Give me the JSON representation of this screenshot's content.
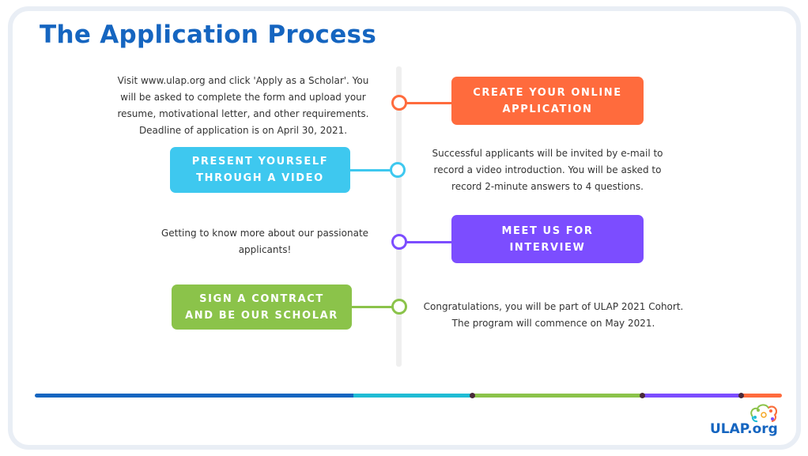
{
  "title": "The Application Process",
  "steps": [
    {
      "label_1": "CREATE YOUR ONLINE",
      "label_2": "APPLICATION",
      "color": "#ff6b3d",
      "description": [
        "Visit www.ulap.org and click 'Apply as a Scholar'. You",
        "will be asked to complete the form and upload your",
        "resume, motivational letter, and other requirements.",
        "Deadline of application is on April 30, 2021."
      ]
    },
    {
      "label_1": "PRESENT YOURSELF",
      "label_2": "THROUGH A VIDEO",
      "color": "#3ec8ef",
      "description": [
        "Successful applicants will be invited by e-mail to",
        "record a video introduction. You will be asked to",
        "record 2-minute answers to 4 questions."
      ]
    },
    {
      "label_1": "MEET US FOR",
      "label_2": "INTERVIEW",
      "color": "#7c4dff",
      "description": [
        "Getting to know more about our passionate",
        "applicants!"
      ]
    },
    {
      "label_1": "SIGN A CONTRACT",
      "label_2": "AND BE OUR SCHOLAR",
      "color": "#8bc34a",
      "description": [
        "Congratulations, you will be part of ULAP 2021 Cohort.",
        "The program will commence on May 2021."
      ]
    }
  ],
  "logo_text": "ULAP.org"
}
